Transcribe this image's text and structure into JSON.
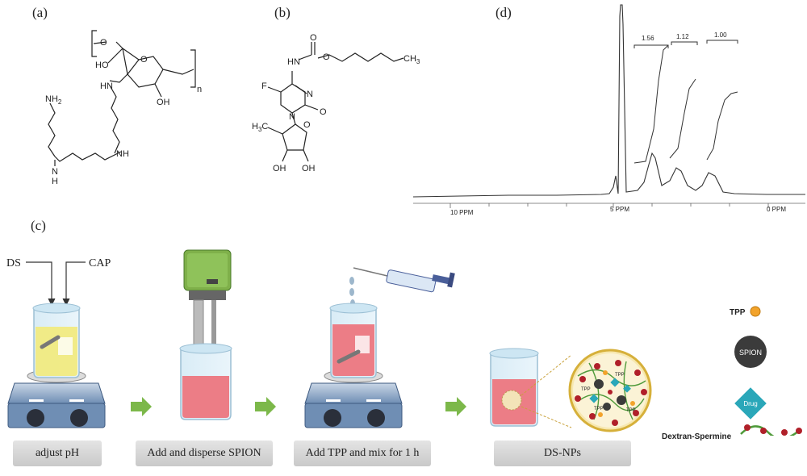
{
  "panels": {
    "a": "(a)",
    "b": "(b)",
    "c": "(c)",
    "d": "(d)"
  },
  "chem_a": {
    "labels": {
      "O_top": "O",
      "O_ring": "O",
      "HO": "HO",
      "OH": "OH",
      "HN": "HN",
      "NH2": "NH",
      "NH2_sub": "2",
      "NH_mid": "NH",
      "NH_bottom": "N",
      "H_bottom": "H",
      "n": "n"
    }
  },
  "chem_b": {
    "labels": {
      "HN": "HN",
      "O1": "O",
      "O2": "O",
      "CH3": "CH",
      "CH3_sub": "3",
      "F": "F",
      "N1": "N",
      "N2": "N",
      "O3": "O",
      "H3C": "H",
      "H3C_sub": "3",
      "C": "C",
      "O4": "O",
      "OH1": "OH",
      "OH2": "OH"
    }
  },
  "nmr": {
    "integrals": [
      "1.56",
      "1.12",
      "1.00"
    ],
    "axis_labels": [
      "10 PPM",
      "5 PPM",
      "0 PPM"
    ]
  },
  "diagram_c": {
    "inputs": [
      "DS",
      "CAP"
    ],
    "steps": [
      "adjust pH",
      "Add and disperse SPION",
      "Add TPP and mix  for 1 h",
      "DS-NPs"
    ],
    "nano_labels": [
      "TPP",
      "TPP",
      "TPP",
      "TPP"
    ]
  },
  "legend": {
    "tpp": "TPP",
    "spion": "SPION",
    "drug": "Drug",
    "polymer": "Dextran-Spermine"
  },
  "colors": {
    "arrow_green": "#7cb84a",
    "beaker_yellow": "#f2ea7a",
    "beaker_pink": "#ec7d86",
    "stirrer_blue": "#8aa9c9",
    "spion_gray": "#3b3b3b",
    "drug_teal": "#2aa7b9",
    "tpp_orange": "#f2a32b",
    "polymer_green": "#4f9a3a",
    "node_red": "#b0202a"
  }
}
